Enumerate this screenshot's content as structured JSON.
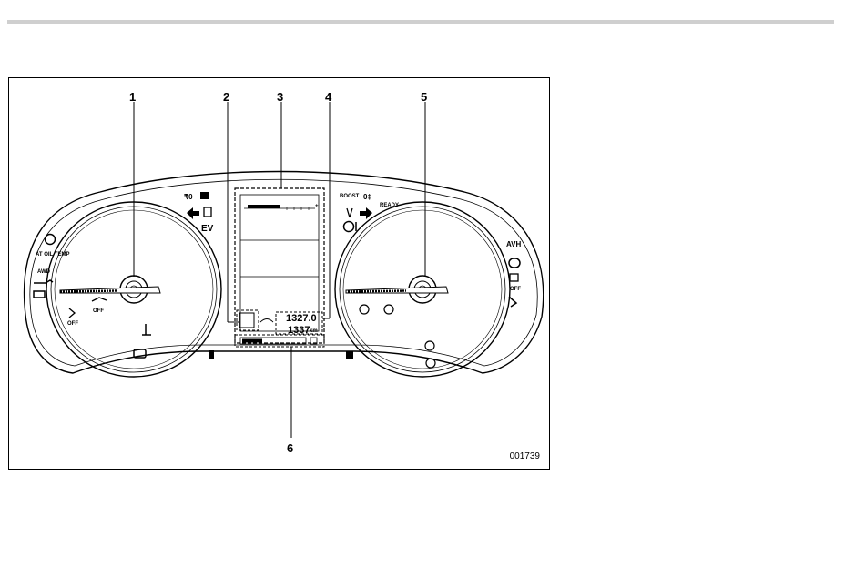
{
  "figure": {
    "id": "001739",
    "callouts": [
      "1",
      "2",
      "3",
      "4",
      "5",
      "6"
    ]
  },
  "indicators": {
    "at_oil_temp": "AT OIL TEMP",
    "awd": "AWD",
    "off": "OFF",
    "ev": "EV",
    "boost": "BOOST",
    "ready": "READY",
    "avh": "AVH"
  },
  "display": {
    "odometer": "1327.0",
    "distance": "1337",
    "unit": "km"
  }
}
